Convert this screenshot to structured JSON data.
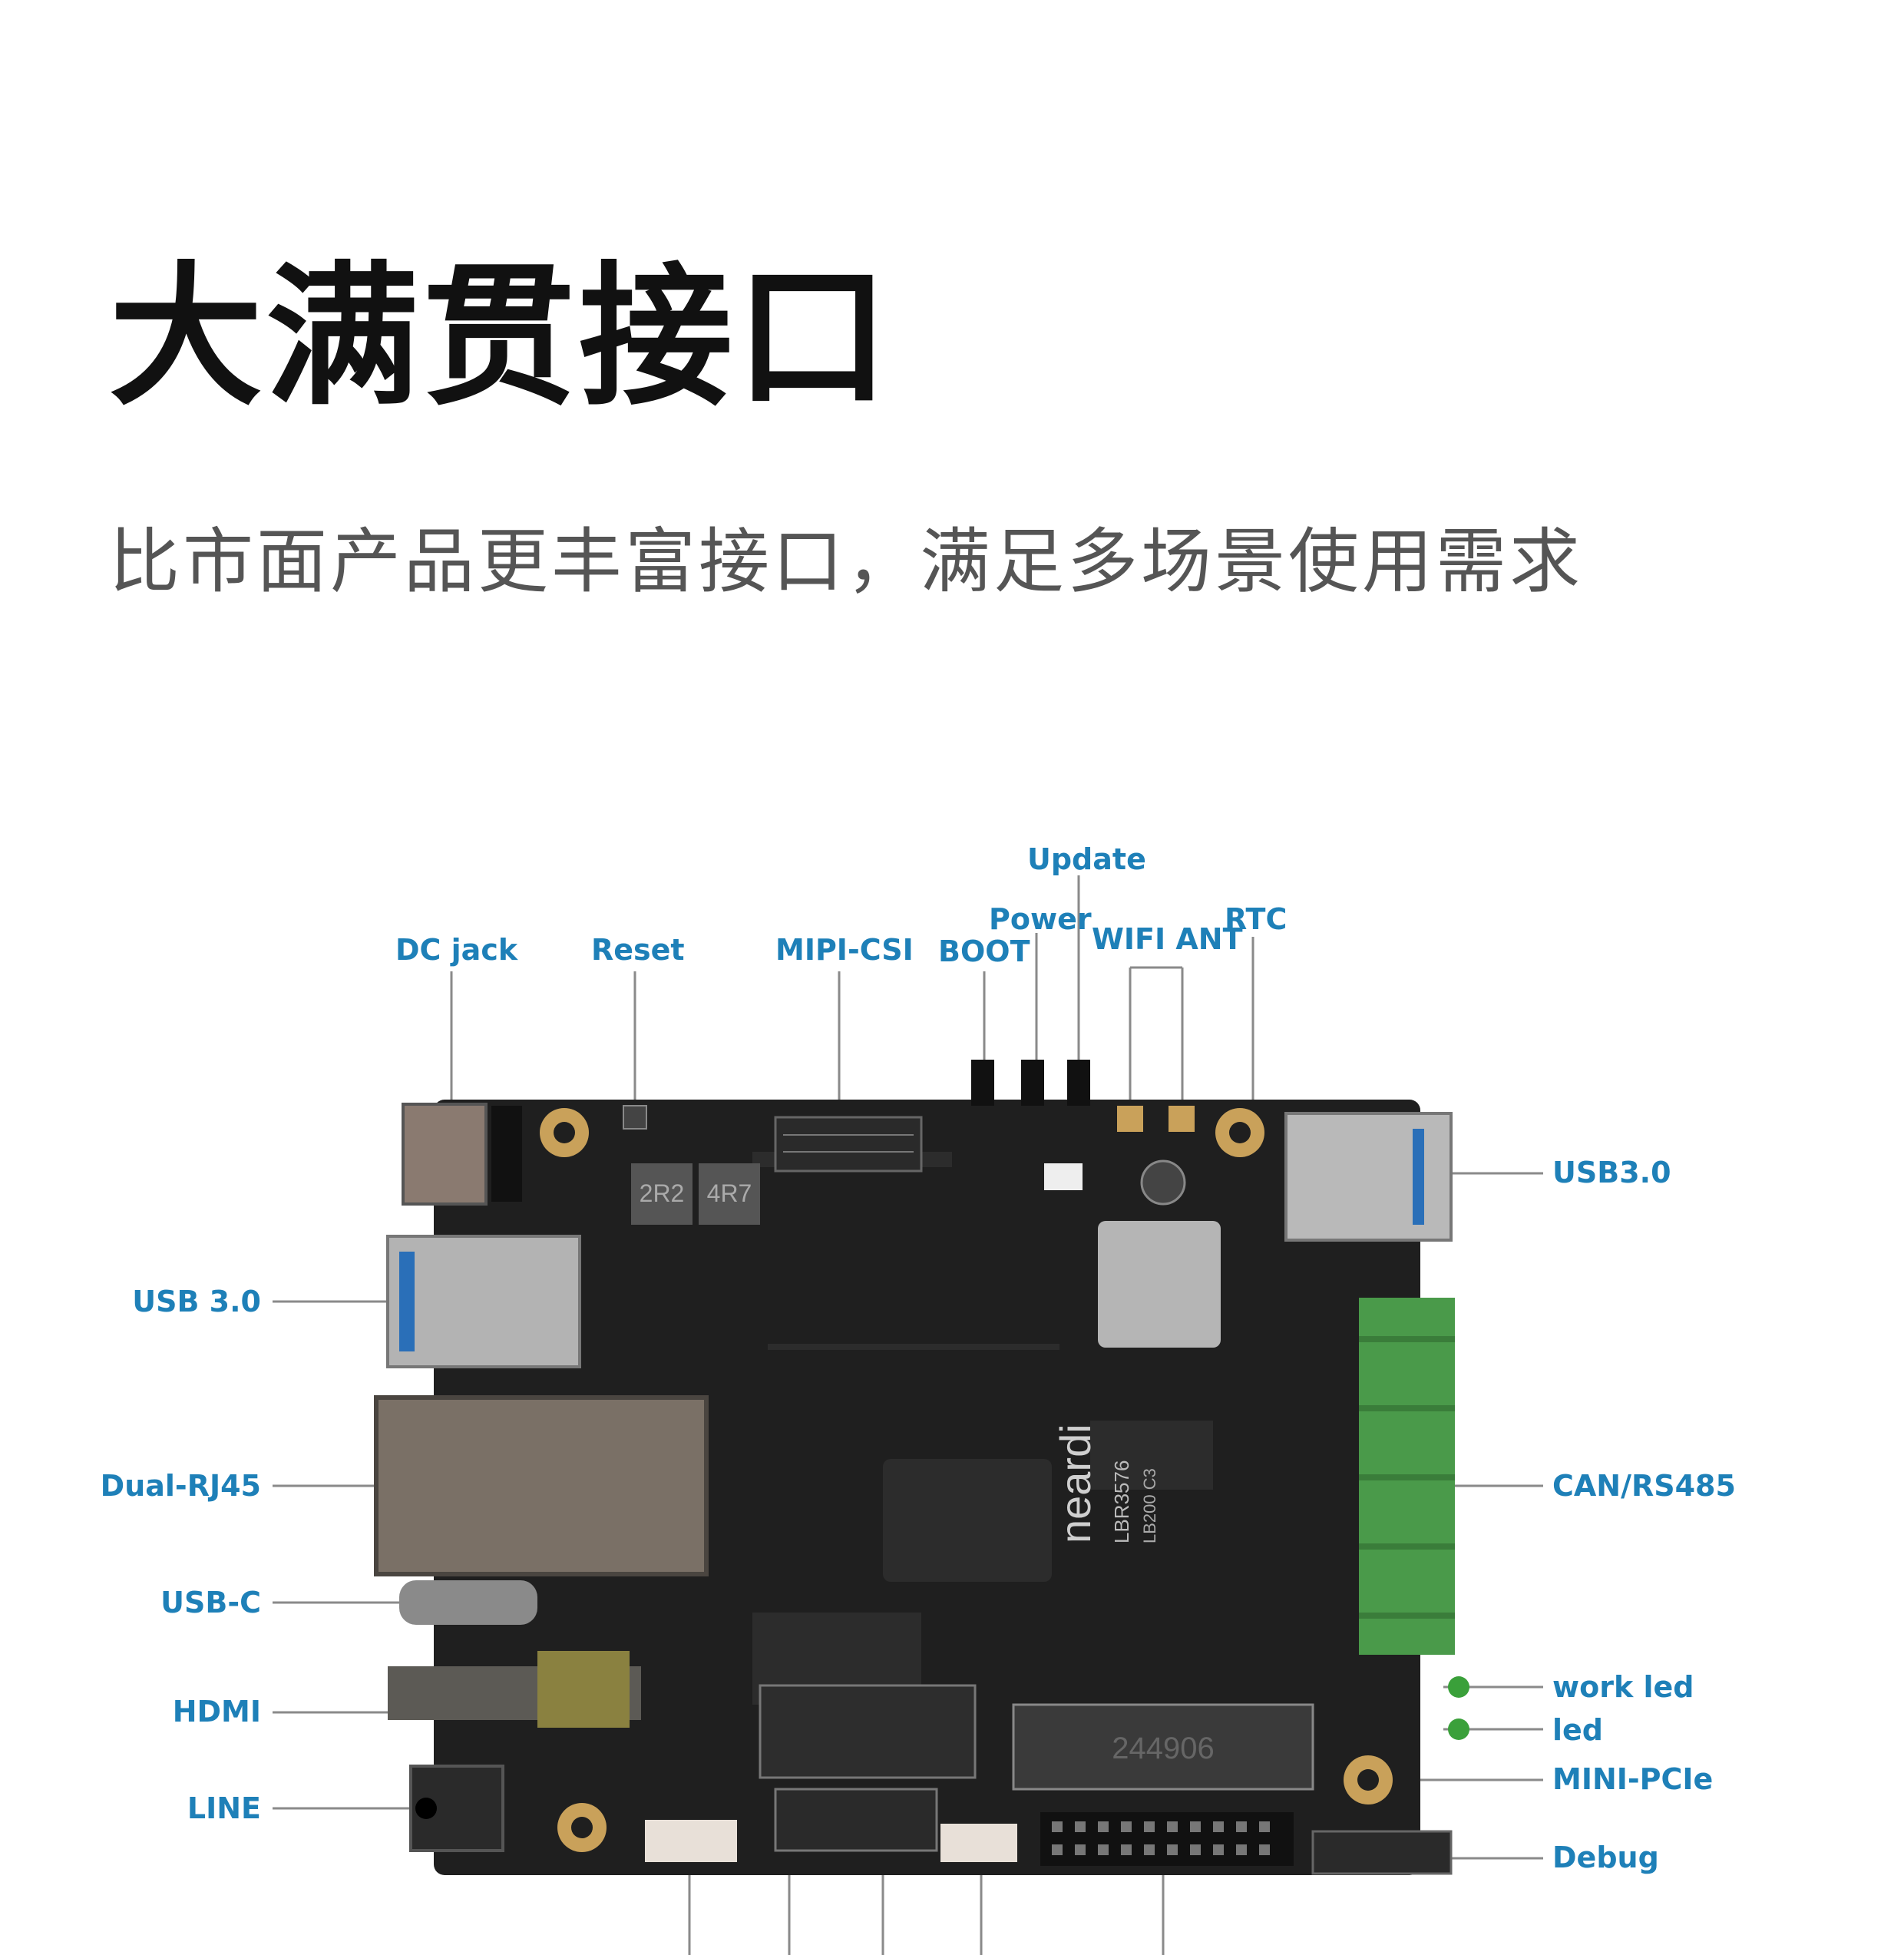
{
  "heading": {
    "title": "大满贯接口",
    "subtitle": "比市面产品更丰富接口，满足多场景使用需求"
  },
  "board": {
    "brand": "neardi",
    "model": "LBR3576",
    "model_sub": "LB200 C3",
    "chip1": "2R2",
    "chip2": "4R7",
    "mpcie_code": "244906"
  },
  "labels": {
    "update": "Update",
    "power": "Power",
    "wifi_ant": "WIFI ANT",
    "rtc": "RTC",
    "dc_jack": "DC jack",
    "reset": "Reset",
    "mipi_csi": "MIPI-CSI",
    "boot": "BOOT",
    "usb30_right": "USB3.0",
    "usb30_left": "USB 3.0",
    "dual_rj45": "Dual-RJ45",
    "can_rs485": "CAN/RS485",
    "usb_c": "USB-C",
    "hdmi": "HDMI",
    "work_led": "work led",
    "led": "led",
    "mini_pcie": "MINI-PCIe",
    "line": "LINE",
    "debug": "Debug"
  },
  "colors": {
    "label": "#1e80b8",
    "pcb": "#1f1f1f",
    "terminal": "#4a9a4a"
  }
}
